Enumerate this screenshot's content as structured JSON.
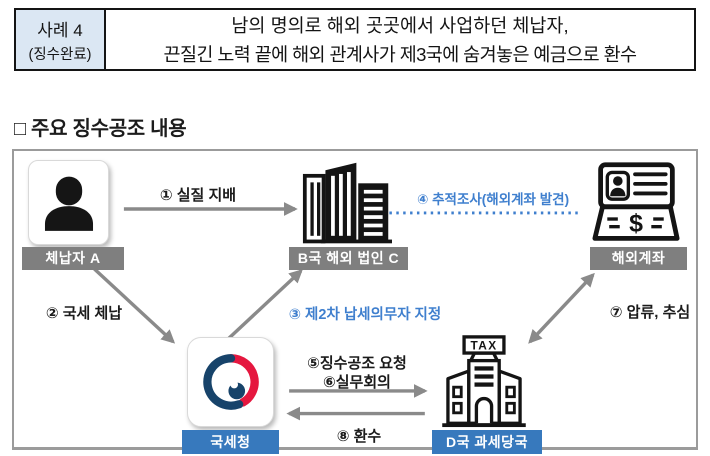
{
  "header": {
    "case_no": "사례 4",
    "case_status": "(징수완료)",
    "summary_line1": "남의 명의로 해외 곳곳에서 사업하던 체납자,",
    "summary_line2": "끈질긴 노력 끝에 해외 관계사가 제3국에 숨겨놓은 예금으로 환수"
  },
  "section_title": "□  주요 징수공조 내용",
  "diagram": {
    "nodes": {
      "delinquent": {
        "label": "체납자 A"
      },
      "foreign_corp": {
        "label": "B국 해외 법인 C"
      },
      "foreign_account": {
        "label": "해외계좌"
      },
      "nts": {
        "label": "국세청"
      },
      "tax_authority": {
        "label": "D국 과세당국",
        "sign": "TAX"
      }
    },
    "steps": {
      "s1": "① 실질 지배",
      "s2": "② 국세 체납",
      "s3": "③ 제2차 납세의무자 지정",
      "s4": "④ 추적조사(해외계좌 발견)",
      "s5": "⑤징수공조 요청",
      "s6": "⑥실무회의",
      "s7": "⑦ 압류, 추심",
      "s8": "⑧ 환수"
    },
    "colors": {
      "accent_blue_text": "#3f7fce",
      "label_gray_bg": "#7f7f7f",
      "label_blue_bg": "#3779bd",
      "arrow_gray": "#8a8a8a",
      "header_cell_blue": "#dbe7f3",
      "logo_navy": "#17436a",
      "logo_red": "#e5173f"
    }
  }
}
